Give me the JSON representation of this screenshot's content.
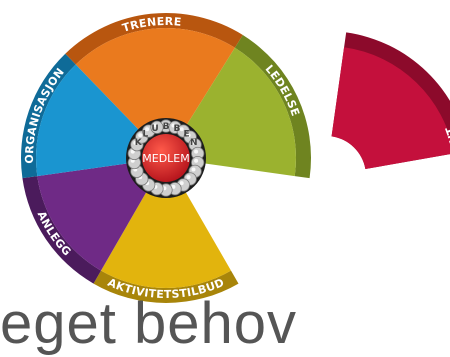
{
  "caption": "eget behov",
  "hub": {
    "ring_text": "KLUBBEN",
    "center_text": "MEDLEM"
  },
  "segments": [
    {
      "id": "trenere",
      "label": "TRENERE",
      "color": "#ea7a1e",
      "rim": "#b8560f"
    },
    {
      "id": "ledelse",
      "label": "LEDELSE",
      "color": "#9bb22f",
      "rim": "#6f8420"
    },
    {
      "id": "aktivitetstilbud",
      "label": "AKTIVITETSTILBUD",
      "color": "#e2b40d",
      "rim": "#a8850a"
    },
    {
      "id": "anlegg",
      "label": "ANLEGG",
      "color": "#6f2a86",
      "rim": "#4b1b5c"
    },
    {
      "id": "organisasjon",
      "label": "ORGANISASJON",
      "color": "#1a95d0",
      "rim": "#0f6b98"
    }
  ],
  "detached": {
    "id": "arrangement",
    "label": "ARRANGEMENT",
    "color": "#c4103c",
    "rim": "#8c0a2b"
  }
}
